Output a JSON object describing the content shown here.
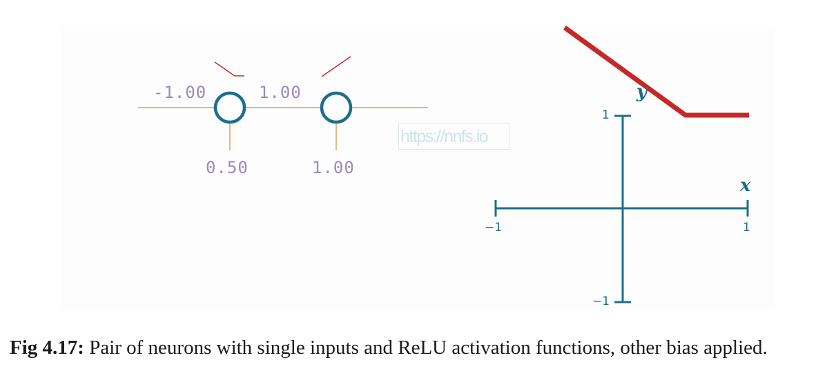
{
  "diagram": {
    "neuron1": {
      "weight": "-1.00",
      "bias": "0.50"
    },
    "neuron2": {
      "weight": "1.00",
      "bias": "1.00"
    },
    "watermark": "https://nnfs.io"
  },
  "plot": {
    "x_axis_label": "x",
    "y_axis_label": "y",
    "x_min_label": "−1",
    "x_max_label": "1",
    "y_max_label": "1",
    "y_min_label": "−1",
    "curve_color": "#c62828",
    "axis_color": "#1c6e8c"
  },
  "caption": {
    "label": "Fig 4.17:",
    "text": " Pair of neurons with single inputs and ReLU activation functions, other bias applied."
  }
}
